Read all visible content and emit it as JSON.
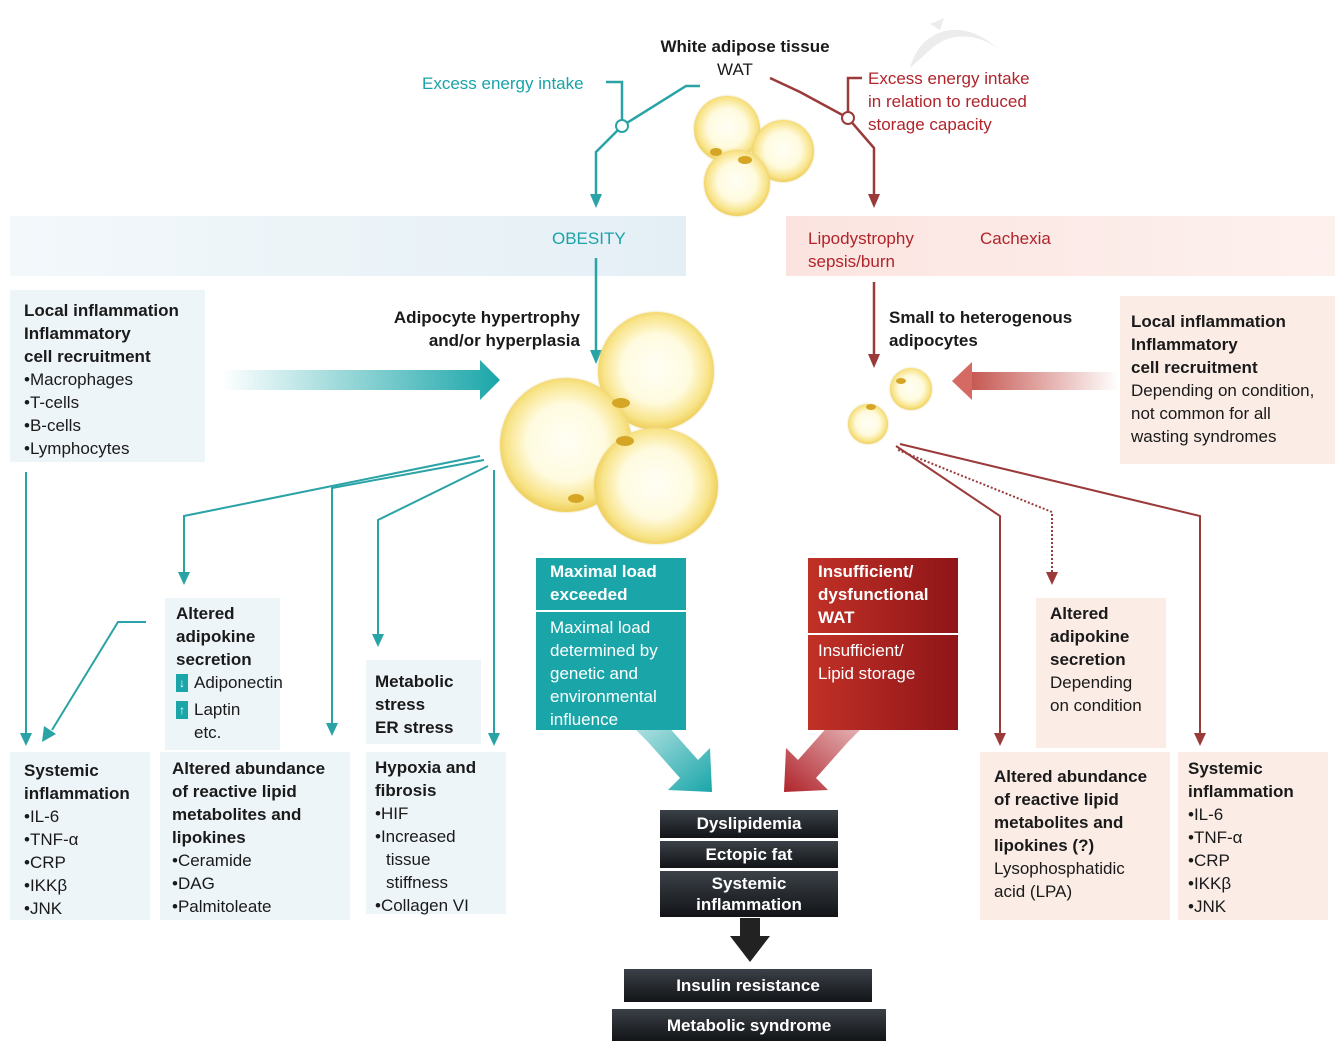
{
  "top": {
    "title": "White adipose tissue",
    "subtitle": "WAT"
  },
  "left_trigger": "Excess energy intake",
  "right_trigger": [
    "Excess energy intake",
    "in relation to reduced",
    "storage capacity"
  ],
  "obesity_label": "OBESITY",
  "wasting": {
    "lipodystrophy": [
      "Lipodystrophy",
      "sepsis/burn"
    ],
    "cachexia": "Cachexia"
  },
  "left_inflammation": {
    "title": [
      "Local inflammation",
      "Inflammatory",
      "cell recruitment"
    ],
    "items": [
      "Macrophages",
      "T-cells",
      "B-cells",
      "Lymphocytes"
    ]
  },
  "hypertrophy": [
    "Adipocyte hypertrophy",
    "and/or hyperplasia"
  ],
  "small_adipocytes": [
    "Small to heterogenous",
    "adipocytes"
  ],
  "right_inflammation": {
    "title": [
      "Local inflammation",
      "Inflammatory",
      "cell recruitment"
    ],
    "body": [
      "Depending on condition,",
      "not common for all",
      "wasting syndromes"
    ]
  },
  "left_adipokine": {
    "title": [
      "Altered",
      "adipokine",
      "secretion"
    ],
    "items": [
      "Adiponectin",
      "Laptin"
    ],
    "etc": "etc.",
    "arrow_down": "↓",
    "arrow_up": "↑"
  },
  "metabolic_stress": [
    "Metabolic",
    "stress",
    "ER stress"
  ],
  "maximal_load": {
    "title": [
      "Maximal load",
      "exceeded"
    ],
    "body": [
      "Maximal load",
      "determined by",
      "genetic and",
      "environmental",
      "influence"
    ]
  },
  "insufficient_wat": {
    "title": [
      "Insufficient/",
      "dysfunctional",
      "WAT"
    ],
    "body": [
      "Insufficient/",
      "Lipid storage"
    ]
  },
  "right_adipokine": {
    "title": [
      "Altered",
      "adipokine",
      "secretion"
    ],
    "body": [
      "Depending",
      "on condition"
    ]
  },
  "left_systemic": {
    "title": [
      "Systemic",
      "inflammation"
    ],
    "items": [
      "IL-6",
      "TNF-α",
      "CRP",
      "IKKβ",
      "JNK"
    ]
  },
  "left_lipid": {
    "title": [
      "Altered abundance",
      "of reactive lipid",
      "metabolites and",
      "lipokines"
    ],
    "items": [
      "Ceramide",
      "DAG",
      "Palmitoleate"
    ]
  },
  "hypoxia": {
    "title": [
      "Hypoxia and",
      "fibrosis"
    ],
    "items": [
      "HIF",
      "Increased",
      "Collagen VI"
    ],
    "item2_cont": [
      "tissue",
      "stiffness"
    ]
  },
  "outcomes": [
    "Dyslipidemia",
    "Ectopic fat",
    "Systemic",
    "inflammation"
  ],
  "insulin_resistance": "Insulin resistance",
  "metabolic_syndrome": "Metabolic syndrome",
  "right_lipid": {
    "title": [
      "Altered abundance",
      "of reactive lipid",
      "metabolites and",
      "lipokines (?)"
    ],
    "body": [
      "Lysophosphatidic",
      "acid (LPA)"
    ]
  },
  "right_systemic": {
    "title": [
      "Systemic",
      "inflammation"
    ],
    "items": [
      "IL-6",
      "TNF-α",
      "CRP",
      "IKKβ",
      "JNK"
    ]
  },
  "colors": {
    "teal": "#1aa3a8",
    "red": "#b0242b",
    "dark": "#1c1f22",
    "light_blue": "#eef5f9",
    "light_pink": "#fbece6"
  }
}
